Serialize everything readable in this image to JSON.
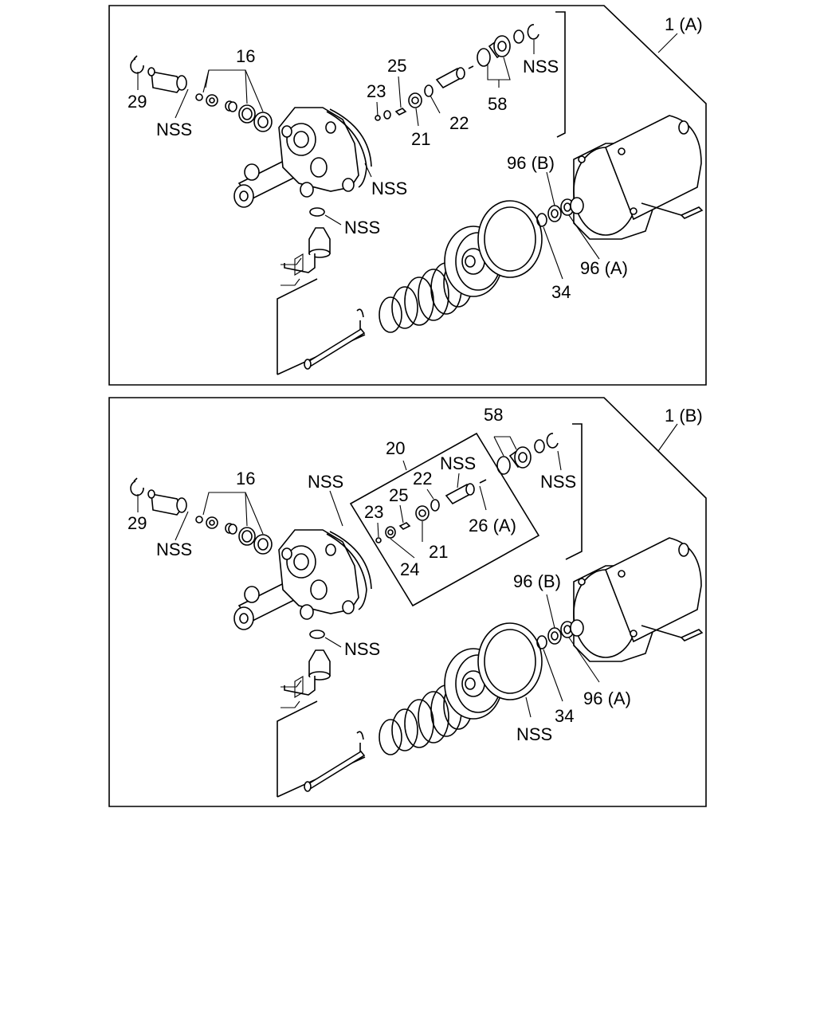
{
  "panels": [
    {
      "id": "A",
      "title": "1 (A)",
      "callouts": {
        "c29": "29",
        "c16": "16",
        "nss_pin": "NSS",
        "c23": "23",
        "c25": "25",
        "c21": "21",
        "c22": "22",
        "c58": "58",
        "nss_ring": "NSS",
        "nss_housing": "NSS",
        "nss_oring": "NSS",
        "c96b": "96 (B)",
        "c96a": "96 (A)",
        "c34": "34"
      }
    },
    {
      "id": "B",
      "title": "1 (B)",
      "callouts": {
        "c29": "29",
        "c16": "16",
        "nss_pin": "NSS",
        "nss_housing": "NSS",
        "c20": "20",
        "c23": "23",
        "c25": "25",
        "c22": "22",
        "nss_valve": "NSS",
        "c58": "58",
        "nss_ring": "NSS",
        "c24": "24",
        "c21": "21",
        "c26a": "26 (A)",
        "nss_oring": "NSS",
        "c96b": "96 (B)",
        "c96a": "96 (A)",
        "c34": "34",
        "nss_diaphragm": "NSS"
      }
    }
  ]
}
